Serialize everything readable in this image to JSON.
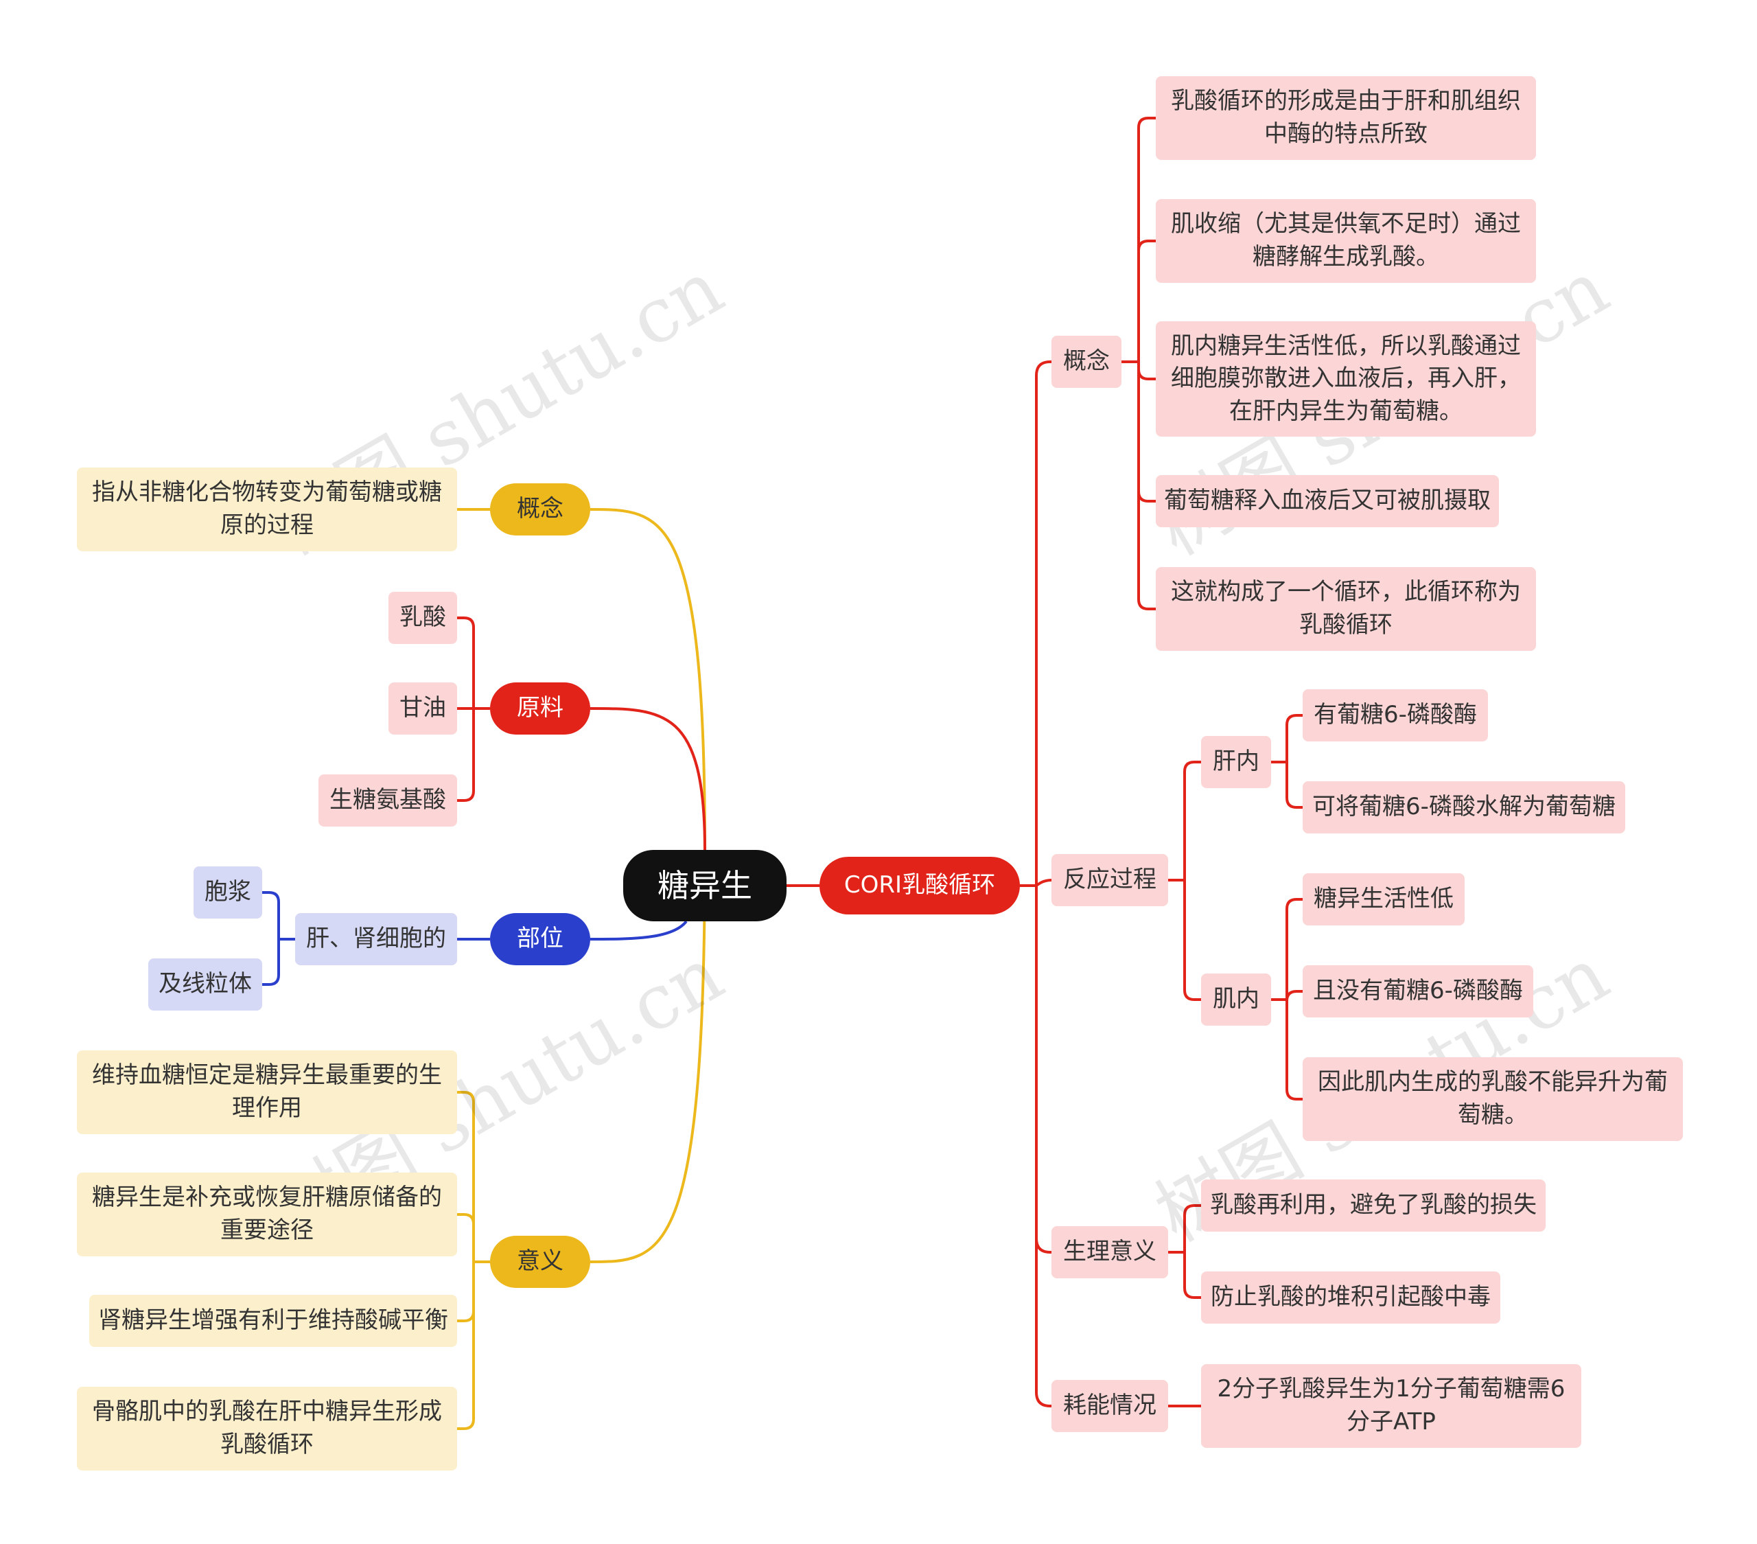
{
  "root": "糖异生",
  "left": {
    "concept": {
      "label": "概念",
      "definition": "指从非糖化合物转变为葡萄糖或糖原的过程"
    },
    "materials": {
      "label": "原料",
      "items": [
        "乳酸",
        "甘油",
        "生糖氨基酸"
      ]
    },
    "location": {
      "label": "部位",
      "cells": "肝、肾细胞的",
      "items": [
        "胞浆",
        "及线粒体"
      ]
    },
    "significance": {
      "label": "意义",
      "items": [
        "维持血糖恒定是糖异生最重要的生理作用",
        "糖异生是补充或恢复肝糖原储备的重要途径",
        "肾糖异生增强有利于维持酸碱平衡",
        "骨骼肌中的乳酸在肝中糖异生形成乳酸循环"
      ]
    }
  },
  "cori": {
    "label": "CORI乳酸循环",
    "concept": {
      "label": "概念",
      "items": [
        "乳酸循环的形成是由于肝和肌组织中酶的特点所致",
        "肌收缩（尤其是供氧不足时）通过糖酵解生成乳酸。",
        "肌内糖异生活性低，所以乳酸通过细胞膜弥散进入血液后，再入肝，在肝内异生为葡萄糖。",
        "葡萄糖释入血液后又可被肌摄取",
        "这就构成了一个循环，此循环称为乳酸循环"
      ]
    },
    "process": {
      "label": "反应过程",
      "liver": {
        "label": "肝内",
        "items": [
          "有葡糖6-磷酸酶",
          "可将葡糖6-磷酸水解为葡萄糖"
        ]
      },
      "muscle": {
        "label": "肌内",
        "items": [
          "糖异生活性低",
          "且没有葡糖6-磷酸酶",
          "因此肌内生成的乳酸不能异升为葡萄糖。"
        ]
      }
    },
    "physiology": {
      "label": "生理意义",
      "items": [
        "乳酸再利用，避免了乳酸的损失",
        "防止乳酸的堆积引起酸中毒"
      ]
    },
    "energy": {
      "label": "耗能情况",
      "items": [
        "2分子乳酸异生为1分子葡萄糖需6分子ATP"
      ]
    }
  },
  "watermark": "树图 shutu.cn",
  "colors": {
    "yellow": "#ecb81c",
    "red": "#e2231a",
    "blue": "#2a3fcc",
    "root": "#111111"
  }
}
